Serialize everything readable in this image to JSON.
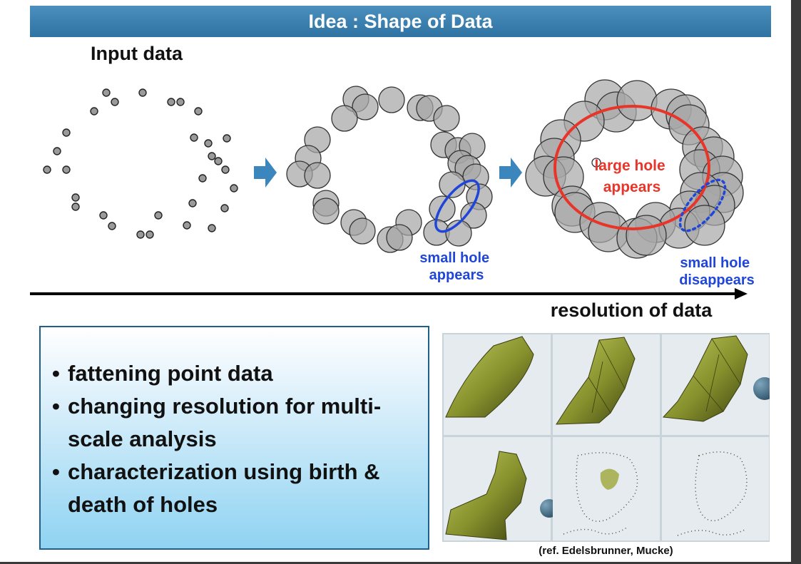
{
  "slide": {
    "title": "Idea : Shape of Data",
    "input_label": "Input data",
    "axis_label": "resolution of data"
  },
  "annotations": {
    "small_hole_appears": [
      "small hole",
      "appears"
    ],
    "large_hole_appears": [
      "large hole",
      "appears"
    ],
    "small_hole_disappears": [
      "small hole",
      "disappears"
    ]
  },
  "bullets": [
    {
      "lines": [
        "fattening point data"
      ]
    },
    {
      "lines": [
        "changing resolution for multi-",
        "scale analysis"
      ]
    },
    {
      "lines": [
        "characterization using birth &",
        "death of holes"
      ]
    }
  ],
  "reference": "(ref. Edelsbrunner, Mucke)",
  "colors": {
    "title_bar": "#3a80b3",
    "large_hole": "#e8352a",
    "small_hole": "#1f46d8",
    "arrow": "#3b86bd",
    "point": "#9a9a9a",
    "ball": "#a6a6a6"
  }
}
